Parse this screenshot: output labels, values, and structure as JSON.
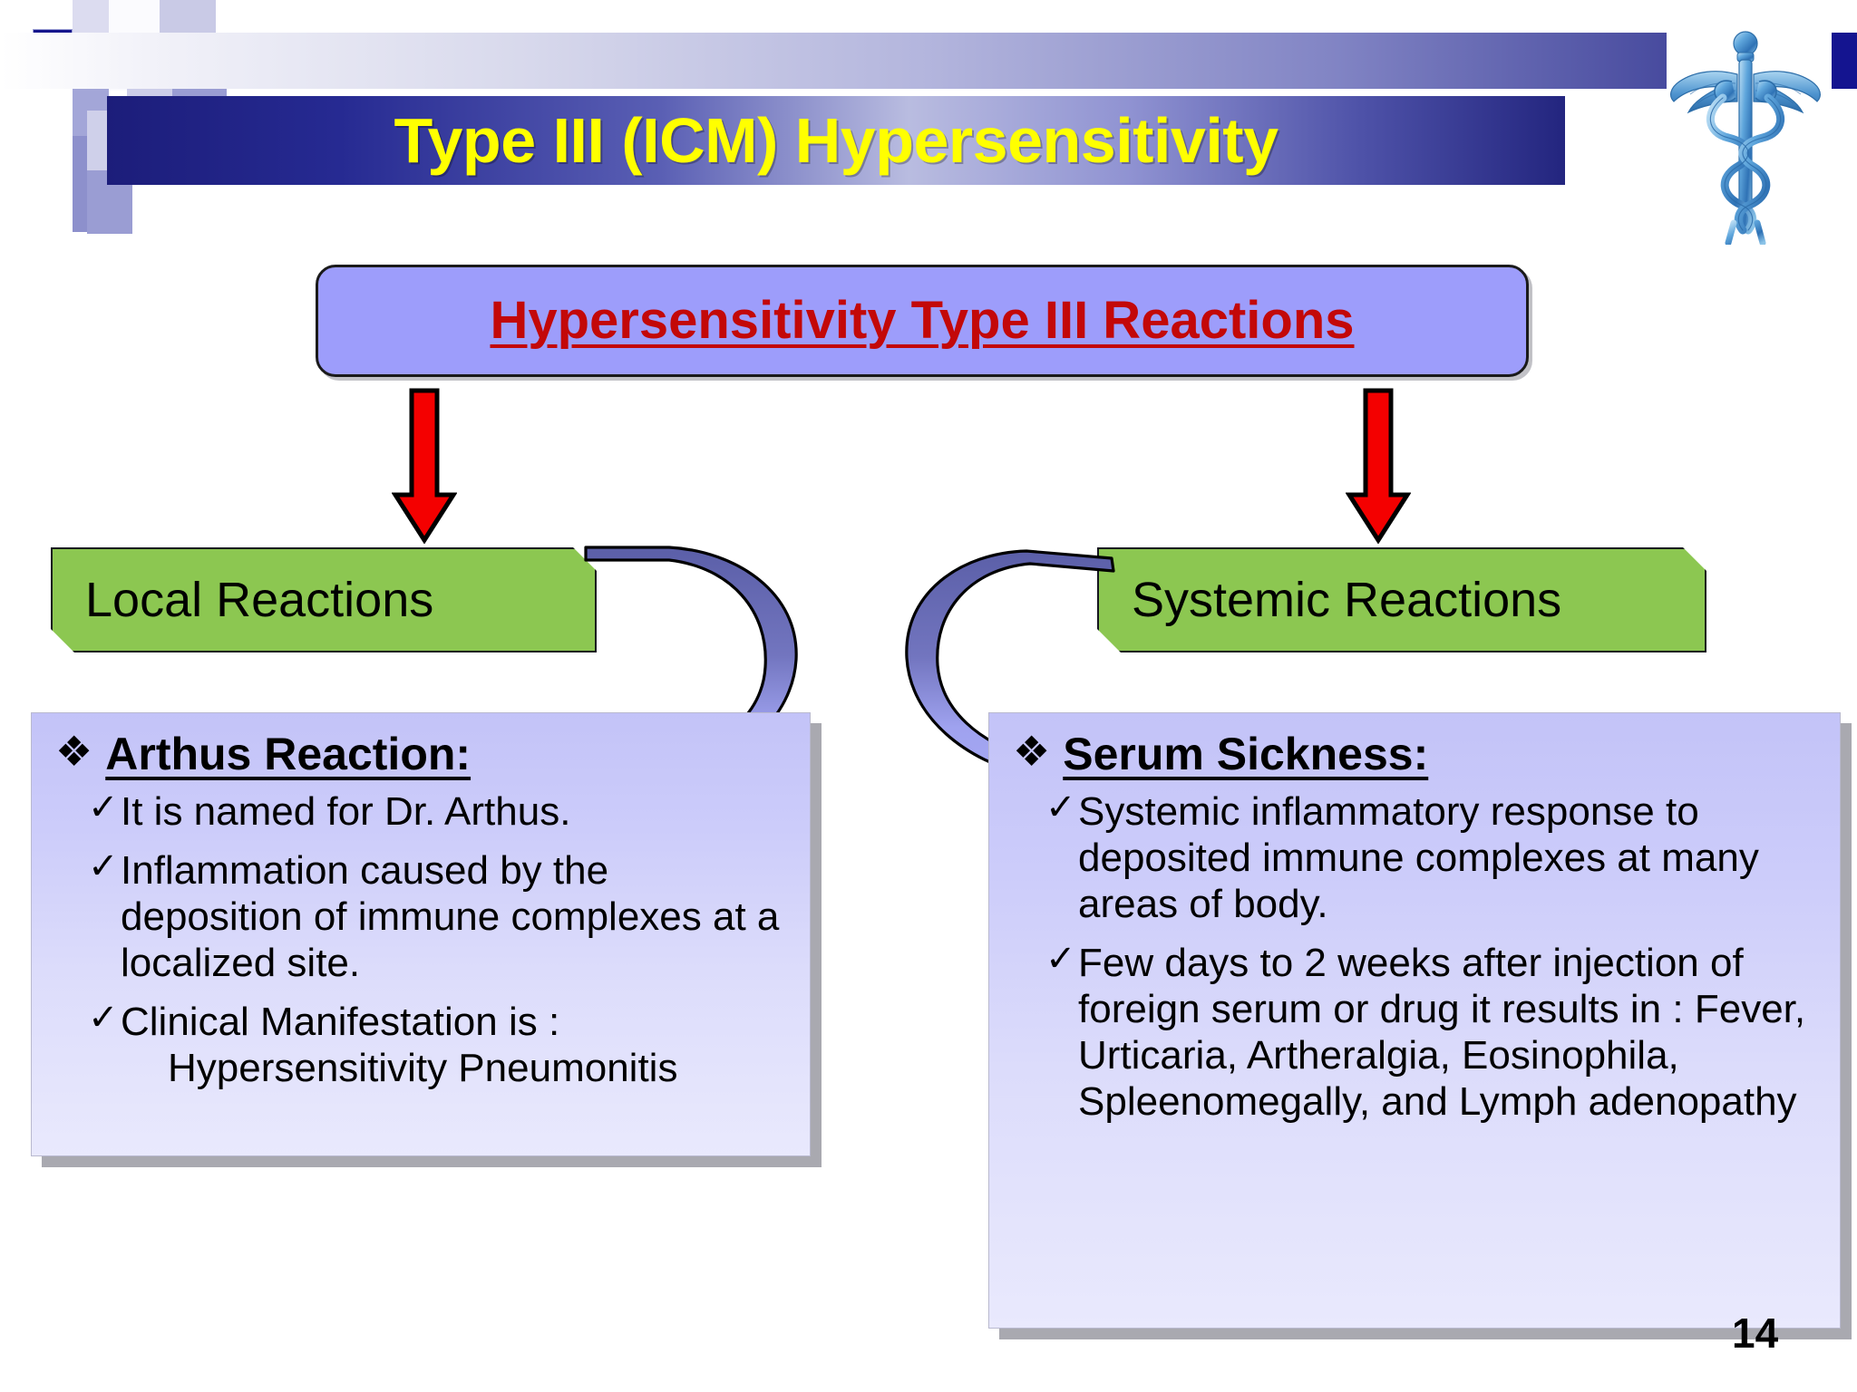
{
  "header": {
    "title": "Type III (ICM) Hypersensitivity",
    "logo_icon": "caduceus-icon",
    "title_color": "#ffff00",
    "banner_color": "#2f3490"
  },
  "subtitle": {
    "text": "Hypersensitivity Type III Reactions",
    "color": "#c30808",
    "fill": "#9d9dfb"
  },
  "branches": [
    {
      "label": "Local Reactions",
      "arrow_icon": "red-down-arrow-icon"
    },
    {
      "label": "Systemic Reactions",
      "arrow_icon": "red-down-arrow-icon"
    }
  ],
  "connectors": [
    {
      "icon": "curved-ribbon-arrow-left-icon"
    },
    {
      "icon": "curved-ribbon-arrow-right-icon"
    }
  ],
  "panels": [
    {
      "bullet_icon": "❖",
      "title": "Arthus Reaction:",
      "items": [
        {
          "check": "✓",
          "text": "It is named for Dr. Arthus."
        },
        {
          "check": "✓",
          "text": "Inflammation caused by the deposition of immune complexes at a localized site."
        },
        {
          "check": "✓",
          "text": "Clinical Manifestation is :",
          "sub": "Hypersensitivity Pneumonitis"
        }
      ]
    },
    {
      "bullet_icon": "❖",
      "title": "Serum Sickness:",
      "items": [
        {
          "check": "✓",
          "text": "Systemic inflammatory response to deposited immune complexes at many areas of body."
        },
        {
          "check": "✓",
          "text": "Few days to 2 weeks after injection of foreign serum or drug it results in :",
          "plain": "Fever, Urticaria, Artheralgia, Eosinophila, Spleenomegally, and Lymph adenopathy"
        }
      ]
    }
  ],
  "footer": {
    "slide_number": "14"
  },
  "colors": {
    "green": "#8cc751",
    "red_arrow": "#f40000",
    "periwinkle": "#9d9dfb",
    "navy": "#141490"
  }
}
